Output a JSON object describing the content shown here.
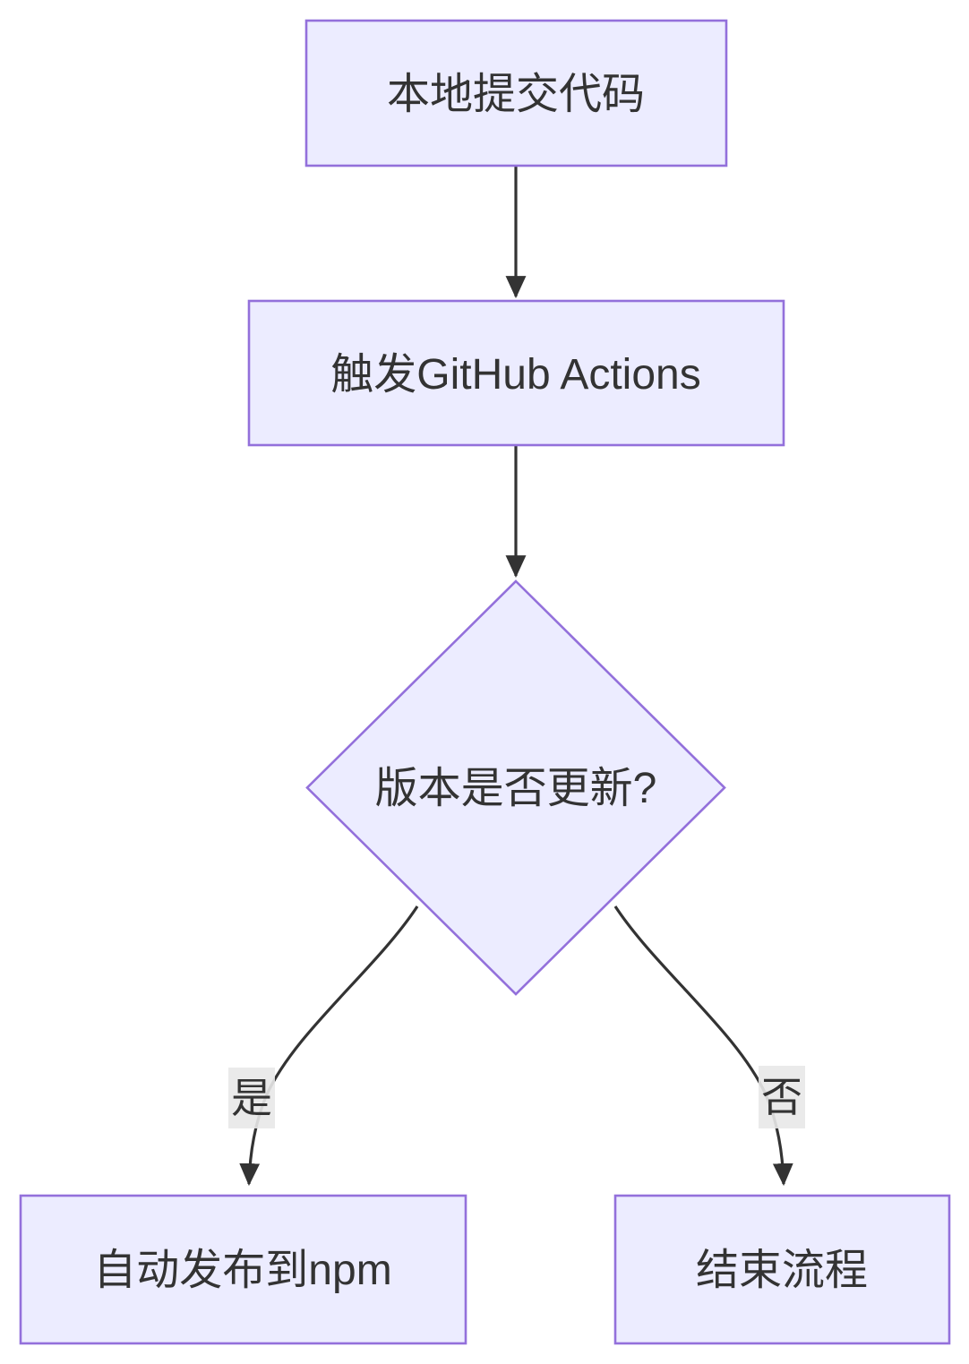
{
  "diagram": {
    "type": "flowchart",
    "direction": "top-down",
    "nodes": [
      {
        "id": "local-commit",
        "shape": "rectangle",
        "label": "本地提交代码"
      },
      {
        "id": "trigger-actions",
        "shape": "rectangle",
        "label": "触发GitHub Actions"
      },
      {
        "id": "version-check",
        "shape": "diamond",
        "label": "版本是否更新?"
      },
      {
        "id": "publish-npm",
        "shape": "rectangle",
        "label": "自动发布到npm"
      },
      {
        "id": "end-flow",
        "shape": "rectangle",
        "label": "结束流程"
      }
    ],
    "edges": [
      {
        "from": "local-commit",
        "to": "trigger-actions"
      },
      {
        "from": "trigger-actions",
        "to": "version-check"
      },
      {
        "from": "version-check",
        "to": "publish-npm",
        "label": "是"
      },
      {
        "from": "version-check",
        "to": "end-flow",
        "label": "否"
      }
    ],
    "colors": {
      "node_fill": "#ECECFF",
      "node_border": "#9370DB",
      "node_text": "#333333",
      "edge_stroke": "#333333",
      "edge_label_bg": "#e8e8e8",
      "edge_label_text": "#333333",
      "background": "#ffffff"
    }
  }
}
